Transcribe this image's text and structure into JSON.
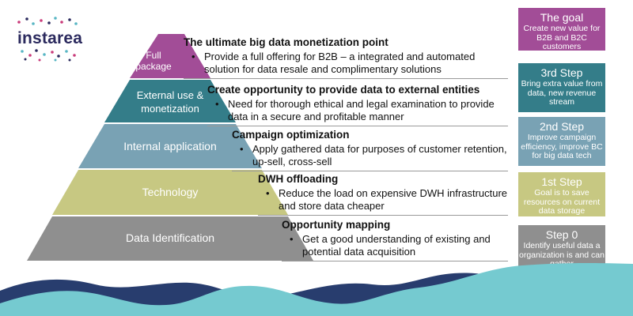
{
  "logo": {
    "text": "instarea"
  },
  "pyramid": [
    {
      "label": "Full package",
      "color": "#a24d97"
    },
    {
      "label": "External use & monetization",
      "color": "#347d89"
    },
    {
      "label": "Internal application",
      "color": "#79a2b4"
    },
    {
      "label": "Technology",
      "color": "#c7c882"
    },
    {
      "label": "Data Identification",
      "color": "#8f8f8f"
    }
  ],
  "descriptions": [
    {
      "title": "The ultimate big data monetization point",
      "bullet": "•",
      "text": "Provide a full offering for B2B – a integrated and automated solution for data resale and complimentary solutions"
    },
    {
      "title": "Create opportunity to provide data to external entities",
      "bullet": "•",
      "text": "Need for thorough ethical and legal examination to provide data in a secure and profitable manner"
    },
    {
      "title": "Campaign optimization",
      "bullet": "•",
      "text": "Apply gathered data for purposes of customer retention, up-sell, cross-sell"
    },
    {
      "title": "DWH offloading",
      "bullet": "•",
      "text": "Reduce the load on expensive DWH infrastructure and store data cheaper"
    },
    {
      "title": "Opportunity mapping",
      "bullet": "•",
      "text": "Get a good understanding of existing and potential data acquisition"
    }
  ],
  "steps": [
    {
      "title": "The goal",
      "text": "Create new value for B2B and B2C customers",
      "color": "#a24d97"
    },
    {
      "title": "3rd Step",
      "text": "Bring extra value from data, new revenue stream",
      "color": "#347d89"
    },
    {
      "title": "2nd Step",
      "text": "Improve campaign efficiency, improve BC for big data tech",
      "color": "#79a2b4"
    },
    {
      "title": "1st Step",
      "text": "Goal is to save resources on current data storage",
      "color": "#c7c882"
    },
    {
      "title": "Step 0",
      "text": "Identify useful data a organization is and can gather",
      "color": "#8f8f8f"
    }
  ],
  "colors": {
    "wave_dark": "#283d6e",
    "wave_light": "#75cad0",
    "logo_text": "#2b2a5e"
  }
}
